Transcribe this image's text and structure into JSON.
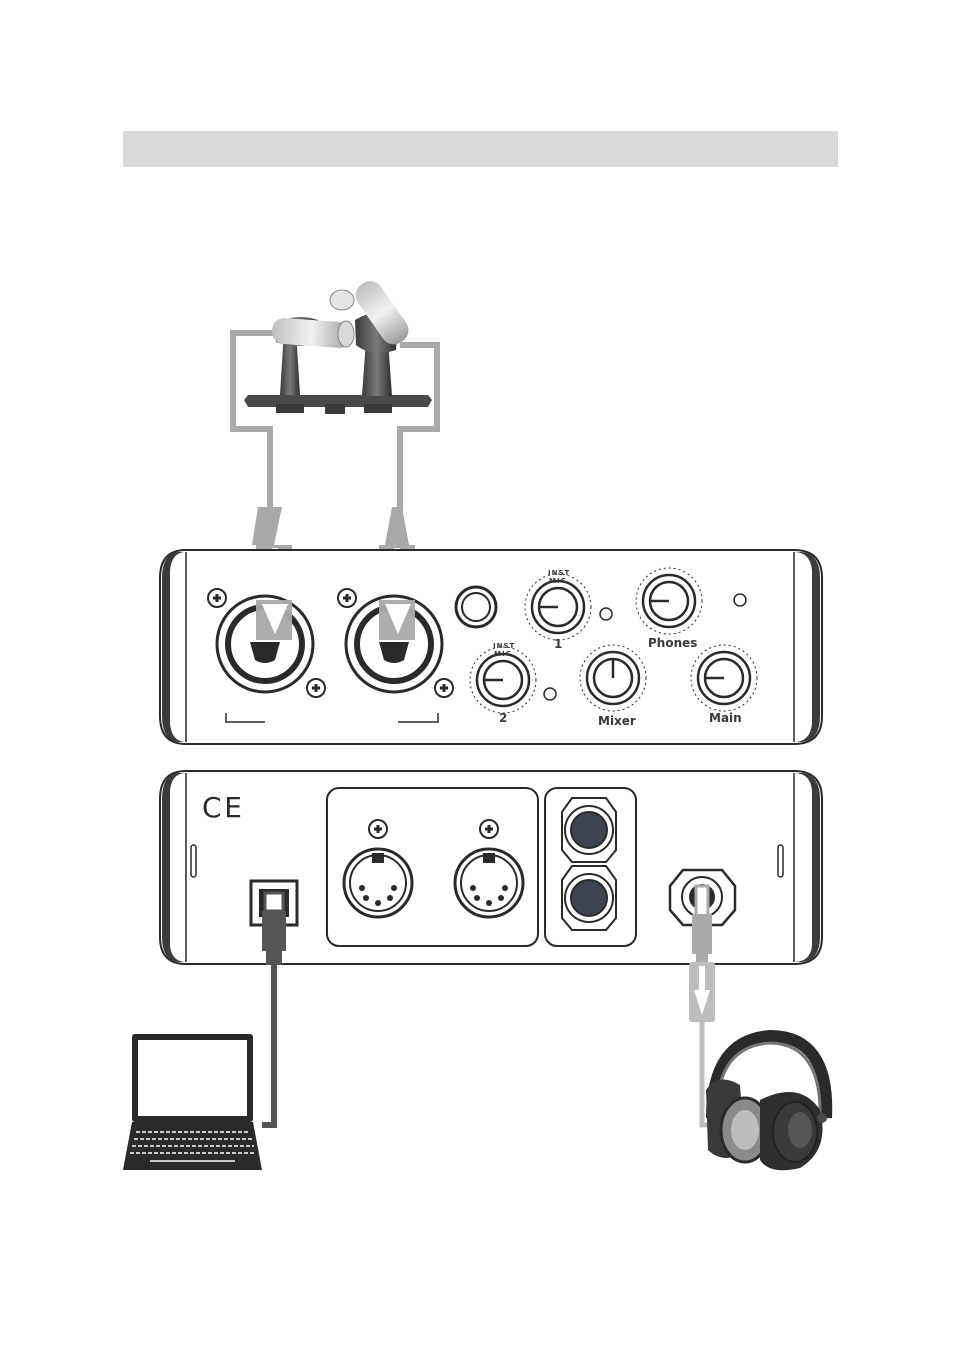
{
  "header": {
    "title": ""
  },
  "front_panel": {
    "knob_inst_mic_1": {
      "top_label": "INST",
      "mid_label": "MIC",
      "channel": "1"
    },
    "knob_inst_mic_2": {
      "top_label": "INST",
      "mid_label": "MIC",
      "channel": "2"
    },
    "knob_phones": {
      "label": "Phones"
    },
    "knob_mixer": {
      "label": "Mixer"
    },
    "knob_main": {
      "label": "Main"
    }
  },
  "rear_panel": {
    "ce_mark": "CE"
  },
  "icons": {
    "microphones": "stereo-mic-pair-icon",
    "laptop": "laptop-icon",
    "headphones": "headphones-icon"
  },
  "colors": {
    "cable_light": "#a9a9a9",
    "cable_dark": "#555555",
    "device_outline": "#2a2a2a",
    "device_bezel": "#3b3b3b"
  }
}
